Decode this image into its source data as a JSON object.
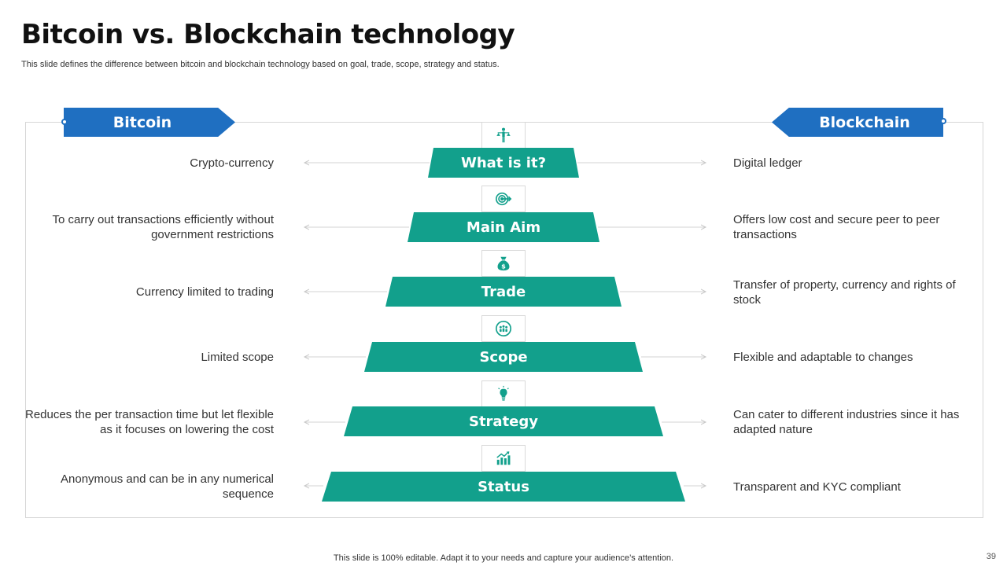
{
  "slide": {
    "title": "Bitcoin vs. Blockchain technology",
    "subtitle": "This slide defines the difference between bitcoin and blockchain technology based on goal, trade, scope, strategy and status.",
    "footer": "This slide is 100% editable. Adapt it to your needs and capture your audience’s attention.",
    "page_number": "39"
  },
  "headers": {
    "left": "Bitcoin",
    "right": "Blockchain"
  },
  "colors": {
    "teal": "#12a08c",
    "blue": "#1f6fc1"
  },
  "rows": [
    {
      "label": "What is it?",
      "icon": "person-scales-icon",
      "bitcoin": "Crypto-currency",
      "blockchain": "Digital ledger"
    },
    {
      "label": "Main Aim",
      "icon": "target-arrow-icon",
      "bitcoin": "To carry out transactions efficiently without government restrictions",
      "blockchain": "Offers low cost and secure peer to peer transactions"
    },
    {
      "label": "Trade",
      "icon": "money-bag-icon",
      "bitcoin": "Currency limited to trading",
      "blockchain": "Transfer of property, currency and rights of stock"
    },
    {
      "label": "Scope",
      "icon": "people-group-icon",
      "bitcoin": "Limited scope",
      "blockchain": "Flexible and adaptable to changes"
    },
    {
      "label": "Strategy",
      "icon": "lightbulb-icon",
      "bitcoin": "Reduces the per transaction time but let flexible as it focuses on lowering the cost",
      "blockchain": "Can cater to different industries since it has adapted nature"
    },
    {
      "label": "Status",
      "icon": "growth-chart-icon",
      "bitcoin": "Anonymous and can be in any numerical sequence",
      "blockchain": "Transparent and KYC compliant"
    }
  ]
}
